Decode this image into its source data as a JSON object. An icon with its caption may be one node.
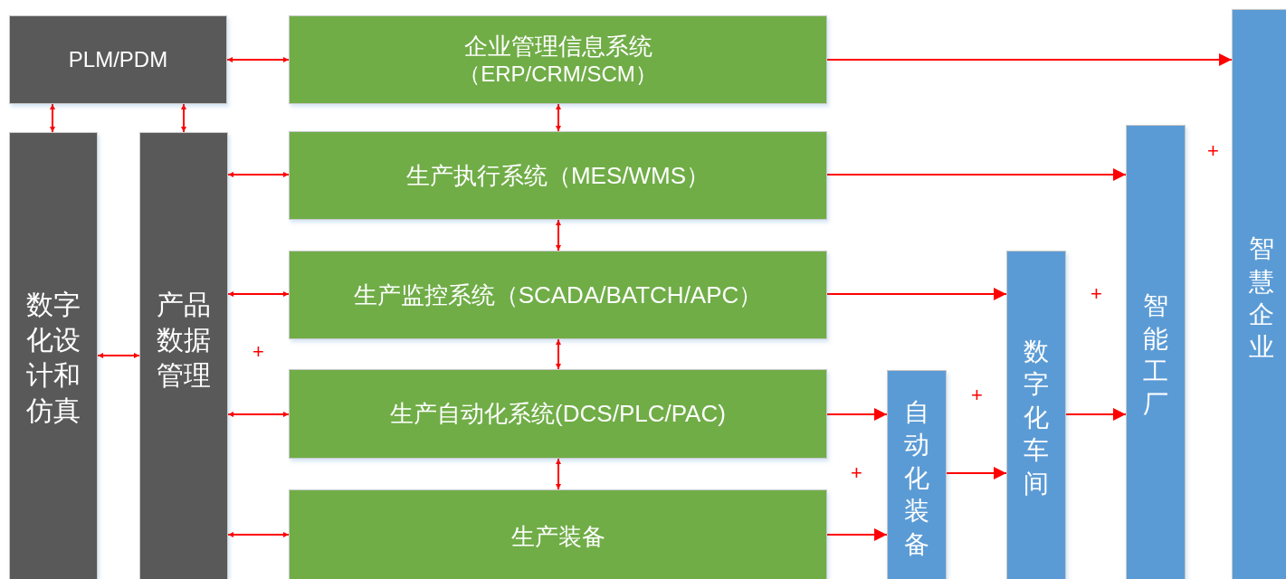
{
  "diagram": {
    "nodes": [
      {
        "text": [
          "PLM/PDM"
        ]
      },
      {
        "text": [
          "企业管理信息系统",
          "（ERP/CRM/SCM）"
        ]
      },
      {
        "text": [
          "数字化设计和仿真"
        ]
      },
      {
        "text": [
          "产品数据管理"
        ]
      },
      {
        "text": [
          "生产执行系统（MES/WMS）"
        ]
      },
      {
        "text": [
          "生产监控系统（SCADA/BATCH/APC）"
        ]
      },
      {
        "text": [
          "生产自动化系统(DCS/PLC/PAC)"
        ]
      },
      {
        "text": [
          "生产装备"
        ]
      },
      {
        "text": [
          "自动化装备"
        ]
      },
      {
        "text": [
          "数字化车间"
        ]
      },
      {
        "text": [
          "智能工厂"
        ]
      },
      {
        "text": [
          "智慧企业"
        ]
      }
    ],
    "edges": [
      {
        "from": 0,
        "to": 1,
        "arrow": "both"
      },
      {
        "from": 0,
        "to": 2,
        "arrow": "both"
      },
      {
        "from": 0,
        "to": 3,
        "arrow": "both"
      },
      {
        "from": 2,
        "to": 3,
        "arrow": "both"
      },
      {
        "from": 3,
        "to": 4,
        "arrow": "both"
      },
      {
        "from": 3,
        "to": 5,
        "arrow": "both"
      },
      {
        "from": 3,
        "to": 6,
        "arrow": "both"
      },
      {
        "from": 3,
        "to": 7,
        "arrow": "both"
      },
      {
        "from": 1,
        "to": 4,
        "arrow": "both"
      },
      {
        "from": 4,
        "to": 5,
        "arrow": "both"
      },
      {
        "from": 5,
        "to": 6,
        "arrow": "both"
      },
      {
        "from": 6,
        "to": 7,
        "arrow": "both"
      },
      {
        "from": 1,
        "to": 11,
        "arrow": "to"
      },
      {
        "from": 4,
        "to": 10,
        "arrow": "to"
      },
      {
        "from": 5,
        "to": 9,
        "arrow": "to"
      },
      {
        "from": 6,
        "to": 8,
        "arrow": "to"
      },
      {
        "from": 7,
        "to": 8,
        "arrow": "to"
      },
      {
        "from": 8,
        "to": 9,
        "arrow": "to"
      },
      {
        "from": 9,
        "to": 10,
        "arrow": "to"
      }
    ],
    "labels": [
      "+",
      "+",
      "+",
      "+",
      "+"
    ]
  }
}
